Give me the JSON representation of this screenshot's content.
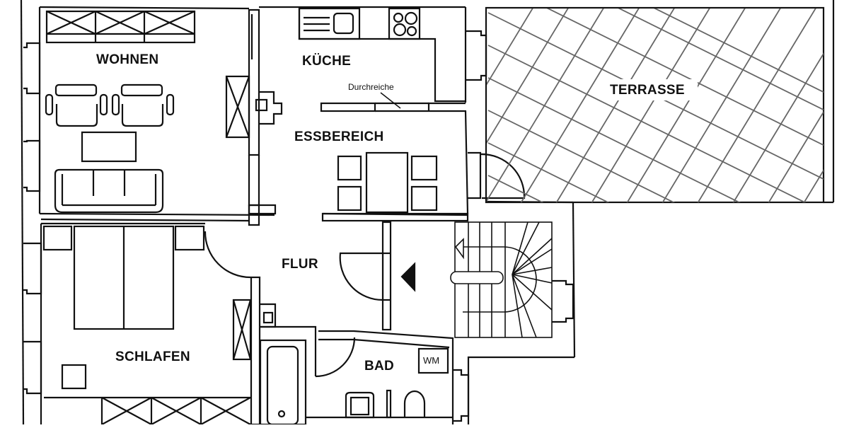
{
  "plan": {
    "rooms": {
      "wohnen": "WOHNEN",
      "kueche": "KÜCHE",
      "essbereich": "ESSBEREICH",
      "terrasse": "TERRASSE",
      "schlafen": "SCHLAFEN",
      "flur": "FLUR",
      "bad": "BAD"
    },
    "annotations": {
      "durchreiche": "Durchreiche",
      "wm": "WM"
    },
    "colors": {
      "wall": "#111111",
      "tile_grid": "#666666",
      "background": "#ffffff"
    }
  }
}
